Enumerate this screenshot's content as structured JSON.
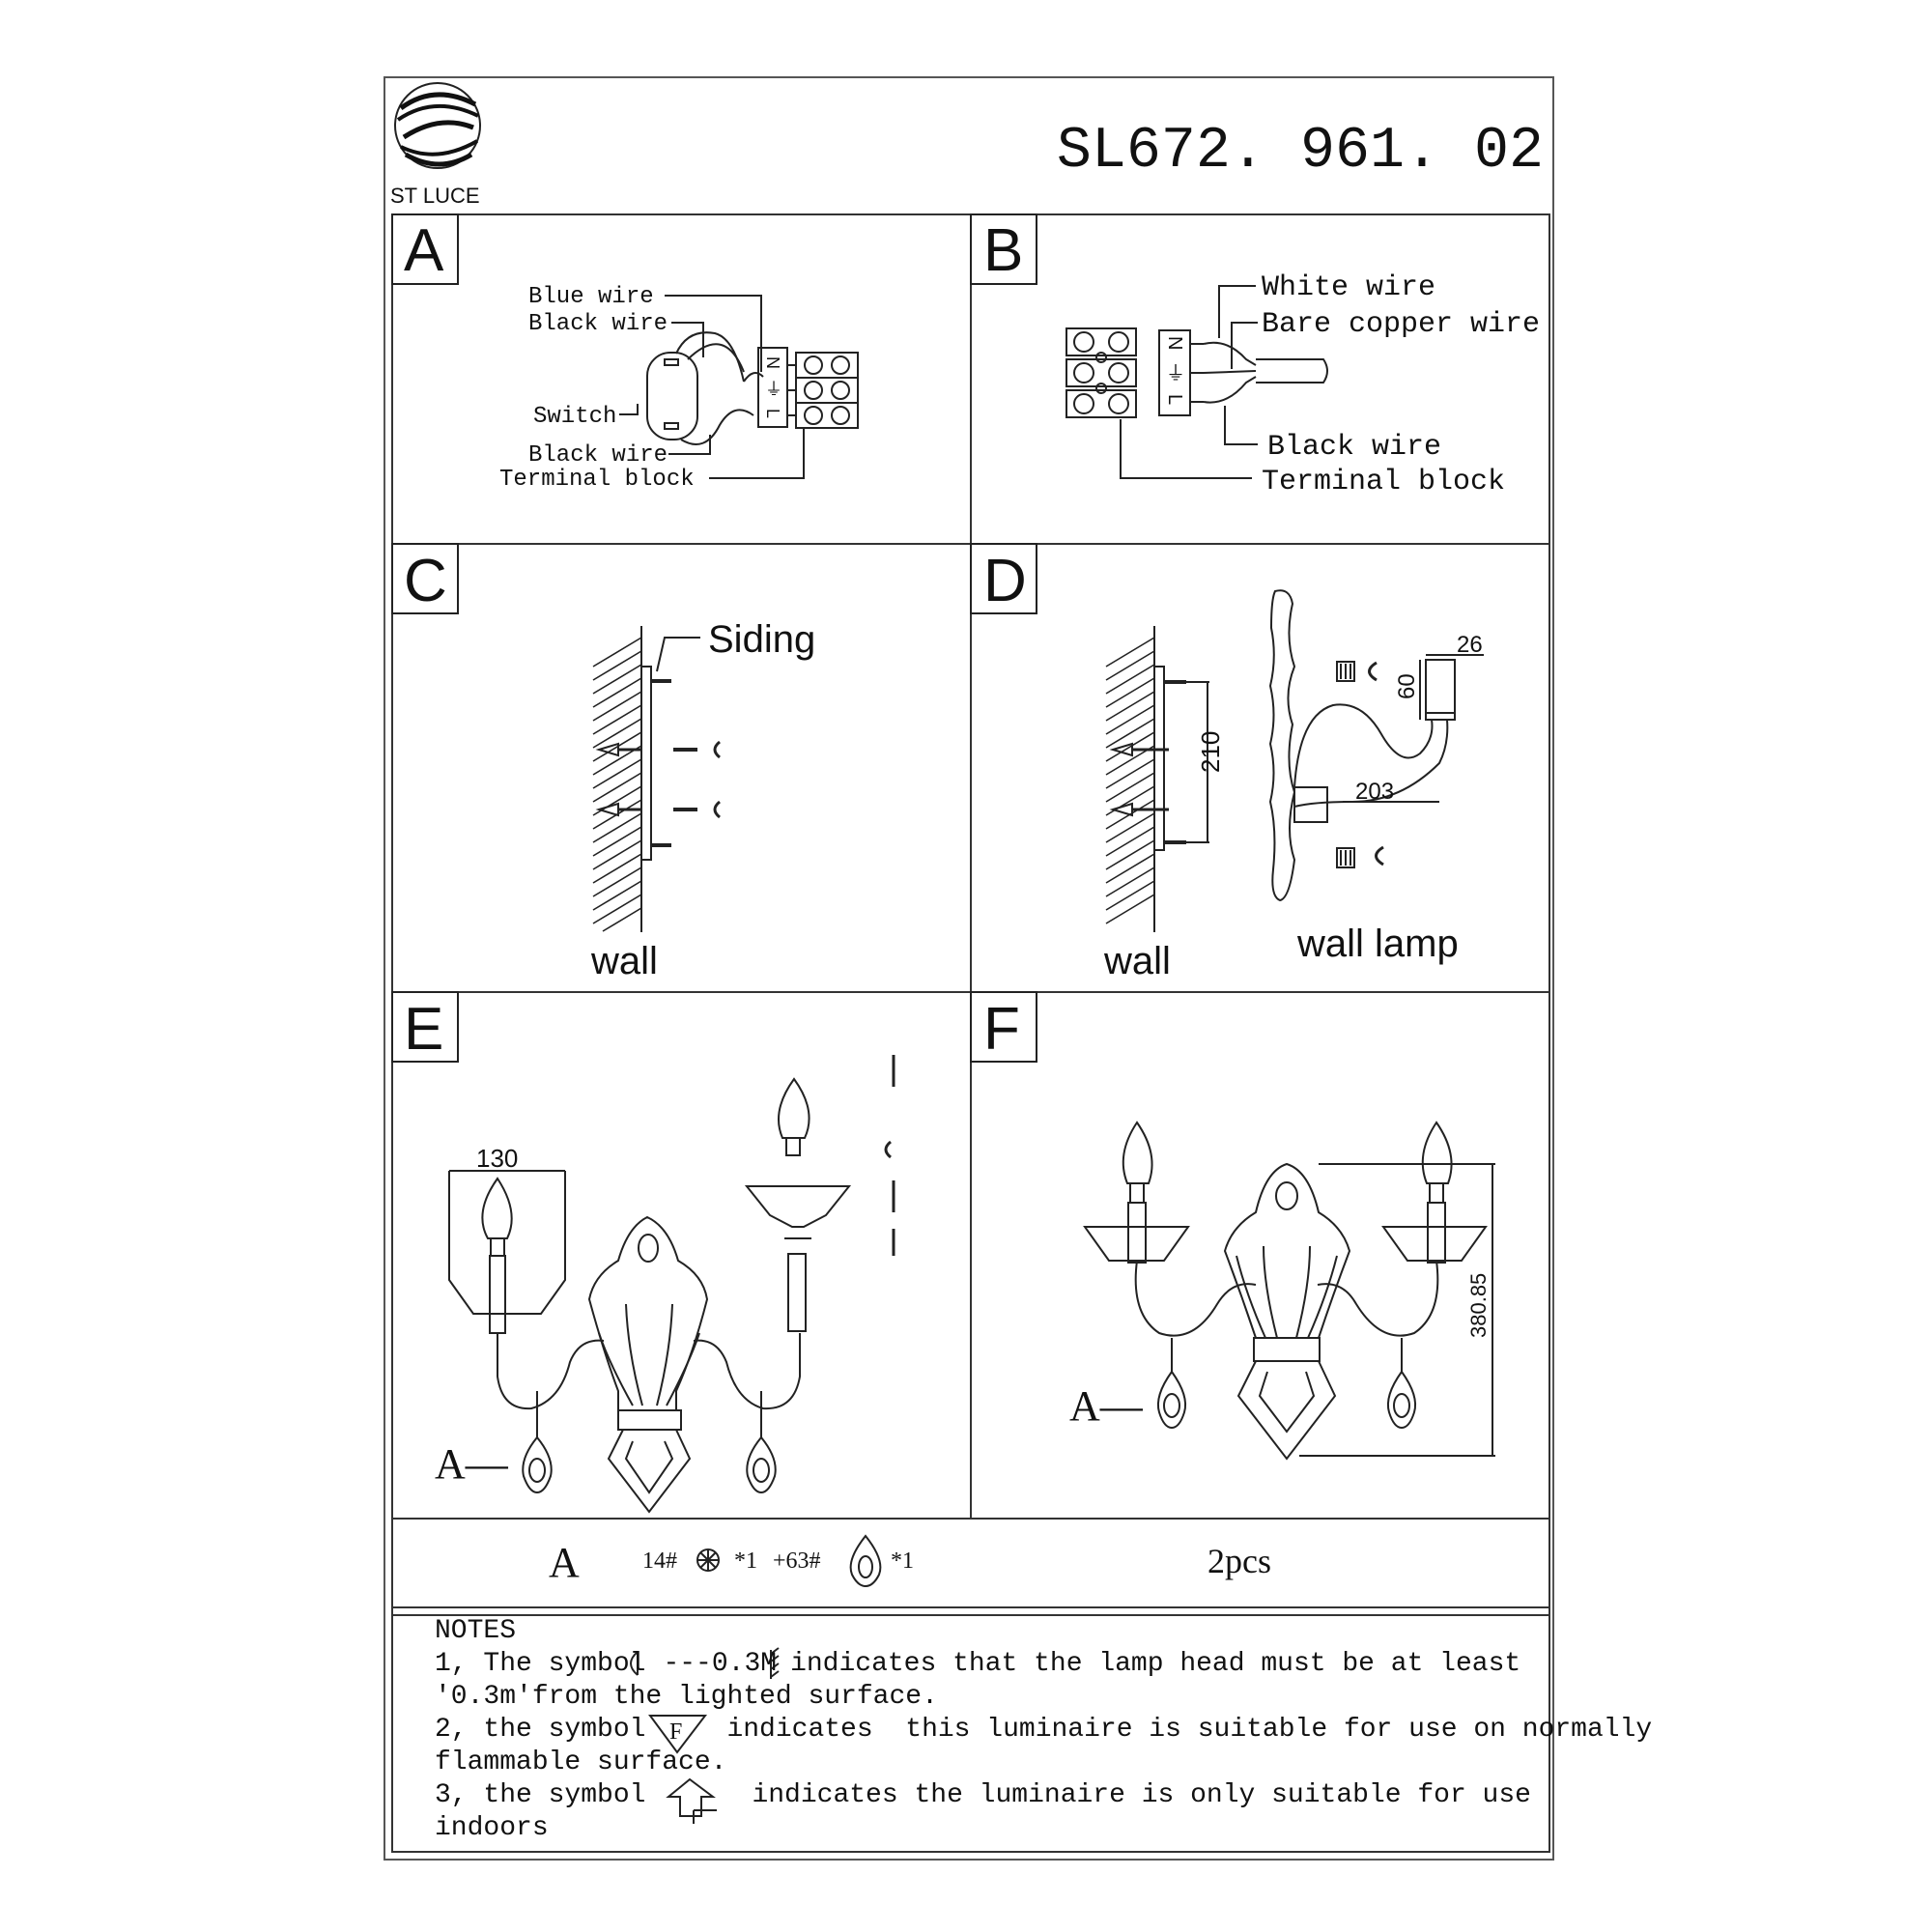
{
  "brand": {
    "name": "ST LUCE"
  },
  "model": "SL672. 961. 02",
  "panels": {
    "A": {
      "letter": "A",
      "labels": {
        "blue_wire": "Blue wire",
        "black_wire_top": "Black wire",
        "switch": "Switch",
        "black_wire_bottom": "Black wire",
        "terminal_block": "Terminal block"
      },
      "terminal_marks": [
        "N",
        "⏚",
        "L"
      ]
    },
    "B": {
      "letter": "B",
      "labels": {
        "white_wire": "White wire",
        "bare_copper_wire": "Bare copper wire",
        "black_wire": "Black wire",
        "terminal_block": "Terminal block"
      },
      "terminal_marks": [
        "N",
        "⏚",
        "L"
      ]
    },
    "C": {
      "letter": "C",
      "labels": {
        "siding": "Siding",
        "wall": "wall"
      }
    },
    "D": {
      "letter": "D",
      "labels": {
        "wall": "wall",
        "wall_lamp": "wall lamp"
      },
      "dims": {
        "spacing": "210",
        "plate_w": "26",
        "plate_h": "60",
        "arm": "203"
      }
    },
    "E": {
      "letter": "E",
      "dims": {
        "width": "130"
      },
      "crystal_label": "A—"
    },
    "F": {
      "letter": "F",
      "dims": {
        "height": "380.85"
      },
      "crystal_label": "A—"
    }
  },
  "parts": {
    "label": "A",
    "item1": "14#",
    "mult1": "*1",
    "item2": "+63#",
    "mult2": "*1",
    "quantity": "2pcs"
  },
  "notes": {
    "title": "NOTES",
    "line1a": "1, The symbol",
    "line1b": "---0.3M",
    "line1c": "indicates that the lamp head must be at least",
    "line1d": "'0.3m'from the lighted surface.",
    "line2a": "2, the symbol",
    "line2sym": "F",
    "line2b": "indicates  this luminaire is suitable for use on normally",
    "line2c": "flammable surface.",
    "line3a": "3, the symbol",
    "line3b": "indicates the luminaire is only suitable for use",
    "line3c": "indoors"
  }
}
